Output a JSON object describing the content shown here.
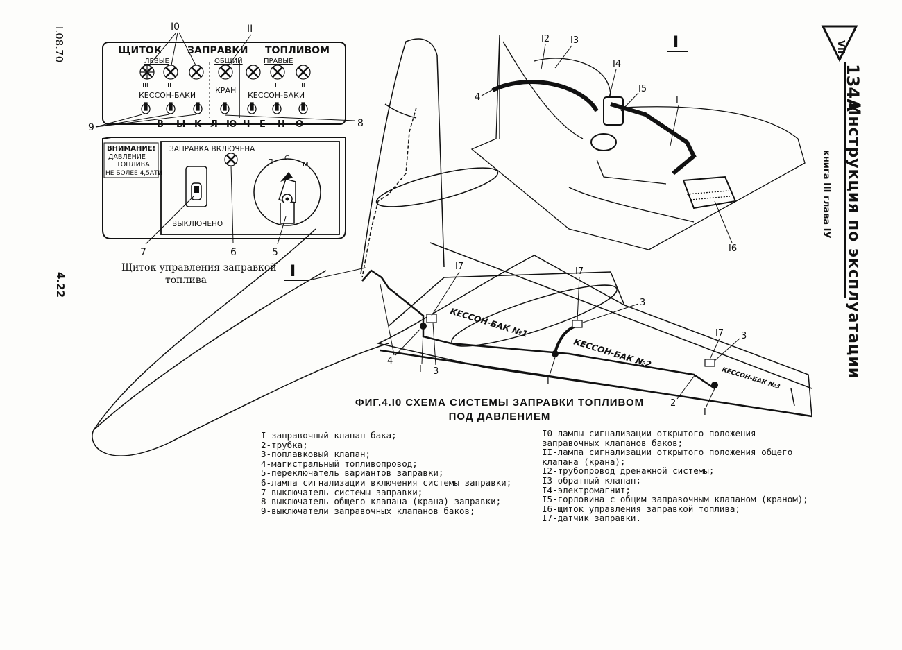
{
  "margin": {
    "code": "I.08.70",
    "page_number": "4.22"
  },
  "header": {
    "model": "134А",
    "manual_title": "Инструкция по эксплуатации",
    "book_chapter": "книга III   глава IУ"
  },
  "panel": {
    "title_words": [
      "ЩИТОК",
      "ЗАПРАВКИ",
      "ТОПЛИВОМ"
    ],
    "left_label": "ЛЕВЫЕ",
    "common_label": "ОБЩИЙ",
    "right_label": "ПРАВЫЕ",
    "left_lamps": [
      "III",
      "II",
      "I"
    ],
    "right_lamps": [
      "I",
      "II",
      "III"
    ],
    "kesson_label": "КЕССОН-БАКИ",
    "kran_label": "КРАН",
    "off_row_letters": [
      "В",
      "Ы",
      "К",
      "Л",
      "Ю",
      "Ч",
      "Е",
      "Н",
      "О"
    ],
    "warning_lines": [
      "ВНИМАНИЕ!",
      "ДАВЛЕНИЕ",
      "ТОПЛИВА",
      "НЕ БОЛЕЕ 4,5АТИ"
    ],
    "refuel_on_label": "ЗАПРАВКА ВКЛЮЧЕНА",
    "off_label": "ВЫКЛЮЧЕНО",
    "selector_positions": [
      "П",
      "С",
      "М"
    ],
    "callouts": {
      "n10": "I0",
      "n11": "II",
      "n9": "9",
      "n8": "8",
      "n7": "7",
      "n6": "6",
      "n5": "5"
    },
    "caption_line1": "Щиток управления заправкой",
    "caption_line2": "топлива"
  },
  "wing": {
    "view_marker": "I",
    "tank_labels": [
      "КЕССОН-БАК №1",
      "КЕССОН-БАК №2",
      "КЕССОН-БАК №3"
    ],
    "callouts": {
      "n17a": "I7",
      "n17b": "I7",
      "n17c": "I7",
      "n3a": "3",
      "n3b": "3",
      "n3c": "3",
      "n4": "4",
      "n1a": "I",
      "n1b": "I",
      "n1c": "I",
      "n2": "2"
    }
  },
  "detail": {
    "view_marker": "I",
    "callouts": {
      "n12": "I2",
      "n13": "I3",
      "n14": "I4",
      "n15": "I5",
      "n1": "I",
      "n4": "4",
      "n16": "I6"
    }
  },
  "figure": {
    "title_line1": "ФИГ.4.I0  СХЕМА  СИСТЕМЫ  ЗАПРАВКИ  ТОПЛИВОМ",
    "title_line2": "ПОД  ДАВЛЕНИЕМ"
  },
  "legend_left": [
    "I-заправочный клапан бака;",
    "2-трубка;",
    "3-поплавковый клапан;",
    "4-магистральный топливопровод;",
    "5-переключатель вариантов заправки;",
    "6-лампа сигнализации включения системы заправки;",
    "7-выключатель системы заправки;",
    "8-выключатель общего клапана (крана) заправки;",
    "9-выключатели заправочных клапанов баков;"
  ],
  "legend_right": [
    "I0-лампы сигнализации открытого положения",
    "    заправочных клапанов баков;",
    "II-лампа сигнализации открытого положения общего",
    "    клапана (крана);",
    "I2-трубопровод дренажной системы;",
    "I3-обратный клапан;",
    "I4-электромагнит;",
    "I5-горловина с общим заправочным клапаном (краном);",
    "I6-щиток управления заправкой топлива;",
    "I7-датчик заправки."
  ]
}
